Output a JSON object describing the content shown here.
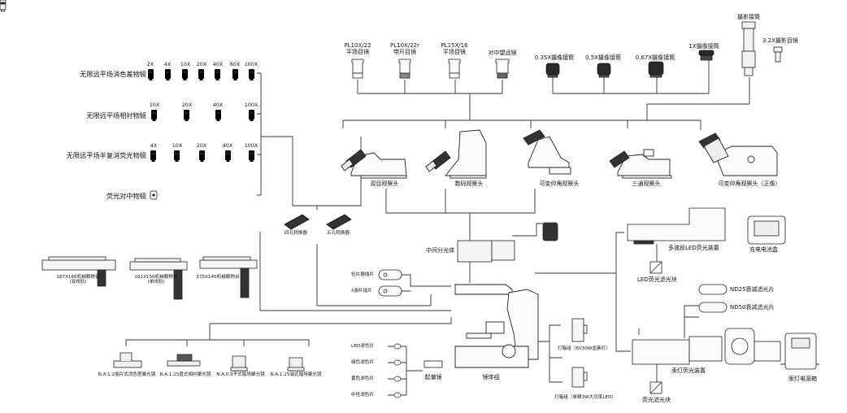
{
  "objectives": {
    "rows": [
      {
        "label": "无限远平场消色差物镜",
        "mags": [
          "2X",
          "4X",
          "10X",
          "20X",
          "40X",
          "60X",
          "100X"
        ]
      },
      {
        "label": "无限远平场相衬物镜",
        "mags": [
          "10X",
          "20X",
          "40X",
          "100X"
        ]
      },
      {
        "label": "无限远平场半复消荧光物镜",
        "mags": [
          "4X",
          "10X",
          "20X",
          "40X",
          "100X"
        ]
      }
    ],
    "fluor_alignment": "荧光对中物镜"
  },
  "eyepieces": [
    {
      "label": "PL10X/22\n平场目镜"
    },
    {
      "label": "PL10X/22r\n带尺目镜"
    },
    {
      "label": "PL15X/16\n平场目镜"
    },
    {
      "label": "对中望远镜"
    }
  ],
  "camera_adapters": [
    "0.35X摄像接筒",
    "0.5X摄像接筒",
    "0.67X摄像接筒",
    "1X摄像接筒"
  ],
  "photo_tube": "摄影接筒",
  "photo_eyepiece": "3.2X摄影目镜",
  "heads": [
    {
      "label": "双目观察头"
    },
    {
      "label": "数码观察头"
    },
    {
      "label": "可变仰角观察头"
    },
    {
      "label": "三通观察头"
    },
    {
      "label": "可变仰角观察头（正像）"
    }
  ],
  "nosepieces": [
    "四孔转换器",
    "五孔转换器"
  ],
  "stages": [
    "187X166机械载物台\n(双线轨)",
    "162X150机械载物台\n(单线轨)",
    "175X145机械载物台"
  ],
  "middle_splitter": "中间分光体",
  "slider_plates": [
    "检片器插片",
    "λ波片插片"
  ],
  "condensers": [
    "N.A.1.2插片式消色差聚光镜",
    "N.A.1.25盘式相衬聚光镜",
    "N.A.0.9干式暗场聚光镜",
    "N.A.1.25油式暗场聚光镜"
  ],
  "filters": [
    "LBD滤色片",
    "绿色滤色片",
    "黄色滤色片",
    "中性滤色片"
  ],
  "polarizer": "起偏镜",
  "stand": "镜体组",
  "lamp_houses": [
    "灯箱组（6V30W卤素灯）",
    "灯箱组（单颗3W大功率LED）"
  ],
  "led_fluor": {
    "device": "多波段LED荧光装置",
    "cube": "LED荧光滤光块",
    "battery": "充电电池盒"
  },
  "hg_fluor": {
    "nd": [
      "ND25衰减滤光片",
      "ND50衰减滤光片"
    ],
    "device": "汞灯荧光装置",
    "cube": "荧光滤光块",
    "power": "汞灯电源箱"
  }
}
